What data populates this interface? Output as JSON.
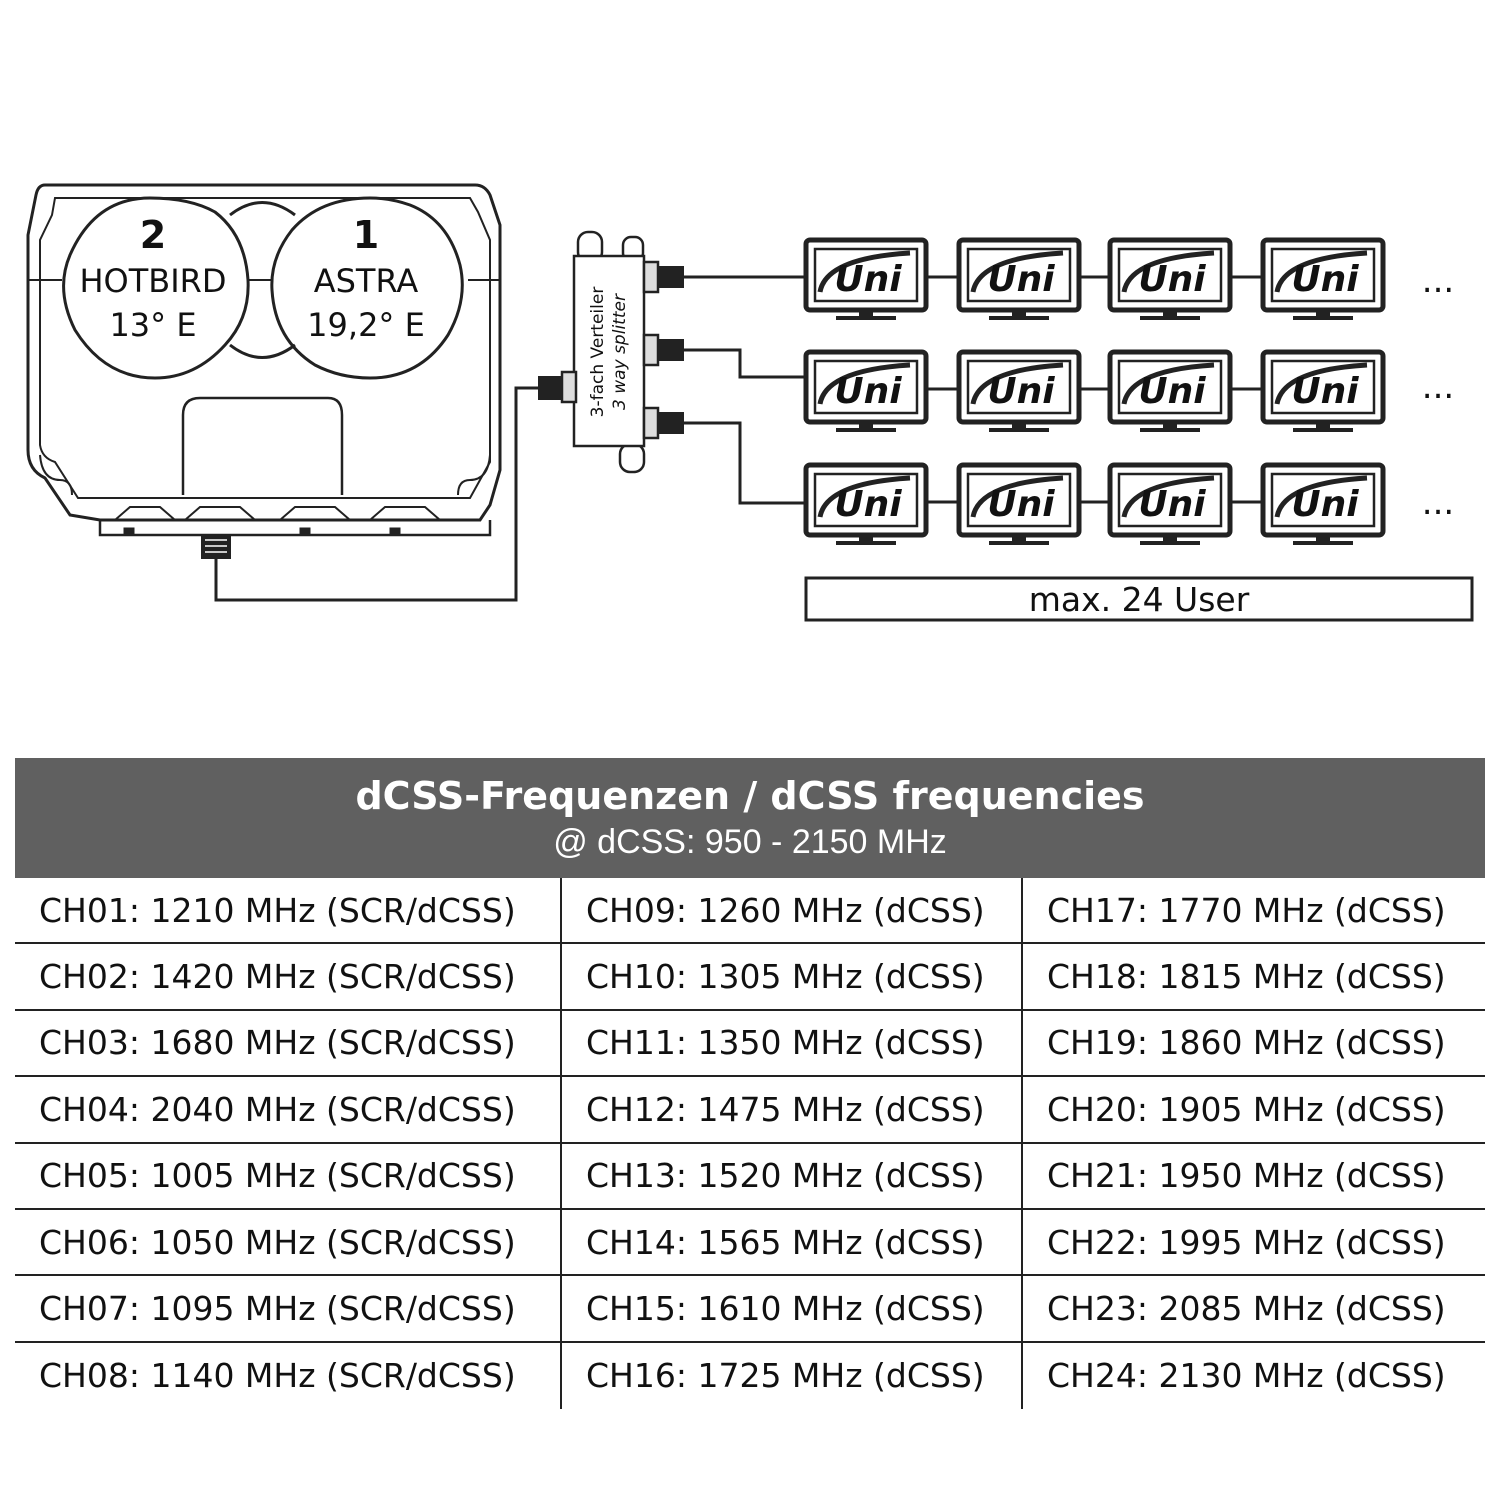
{
  "lnb": {
    "left": {
      "number": "2",
      "name": "HOTBIRD",
      "position": "13° E"
    },
    "right": {
      "number": "1",
      "name": "ASTRA",
      "position": "19,2° E"
    }
  },
  "splitter": {
    "label_de": "3-fach Verteiler",
    "label_en": "3 way splitter"
  },
  "receiver_logo": "Uni",
  "ellipsis": "...",
  "max_users_label": "max. 24 User",
  "table": {
    "title": "dCSS-Frequenzen / dCSS frequencies",
    "subtitle": "@ dCSS: 950 - 2150 MHz",
    "rows": [
      [
        "CH01: 1210 MHz (SCR/dCSS)",
        "CH09: 1260 MHz (dCSS)",
        "CH17: 1770 MHz (dCSS)"
      ],
      [
        "CH02: 1420 MHz (SCR/dCSS)",
        "CH10: 1305 MHz (dCSS)",
        "CH18: 1815 MHz (dCSS)"
      ],
      [
        "CH03: 1680 MHz (SCR/dCSS)",
        "CH11: 1350 MHz (dCSS)",
        "CH19: 1860 MHz (dCSS)"
      ],
      [
        "CH04: 2040 MHz (SCR/dCSS)",
        "CH12: 1475 MHz (dCSS)",
        "CH20: 1905 MHz (dCSS)"
      ],
      [
        "CH05: 1005 MHz (SCR/dCSS)",
        "CH13: 1520 MHz (dCSS)",
        "CH21: 1950 MHz (dCSS)"
      ],
      [
        "CH06: 1050 MHz (SCR/dCSS)",
        "CH14: 1565 MHz (dCSS)",
        "CH22: 1995 MHz (dCSS)"
      ],
      [
        "CH07: 1095 MHz (SCR/dCSS)",
        "CH15: 1610 MHz (dCSS)",
        "CH23: 2085 MHz (dCSS)"
      ],
      [
        "CH08: 1140 MHz (SCR/dCSS)",
        "CH16: 1725 MHz (dCSS)",
        "CH24: 2130 MHz (dCSS)"
      ]
    ]
  }
}
